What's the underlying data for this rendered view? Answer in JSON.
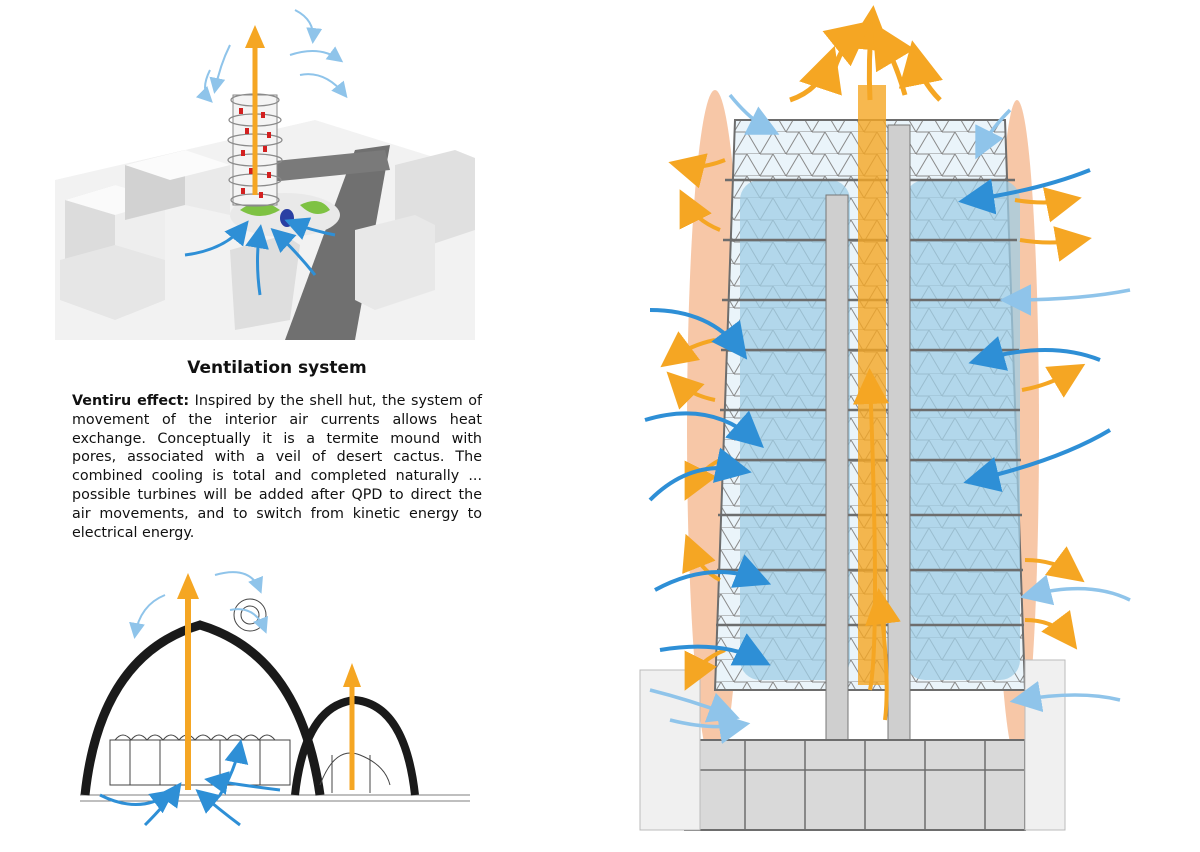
{
  "text": {
    "title": "Ventilation system",
    "lead": "Ventiru effect:",
    "body": " Inspired by the shell hut, the system of movement of the interior air currents allows heat exchange. Conceptually it is a termite mound with pores, associated with a veil of desert cactus. The combined cooling is total and completed naturally ... possible turbines will be added after QPD to direct the air movements, and to switch from kinetic energy to electrical energy."
  },
  "colors": {
    "warm_air": "#f5a623",
    "cool_air": "#2e8fd6",
    "light_air": "#8fc4ea",
    "glass": "#9fcde6",
    "warm_zone": "#f4b48a",
    "structure": "#6d6d6d",
    "road": "#707070"
  },
  "icons": {
    "massing": "urban-massing-ventilation-illustration",
    "hut": "shell-hut-section-sketch",
    "tower": "tower-section-airflow-illustration"
  }
}
